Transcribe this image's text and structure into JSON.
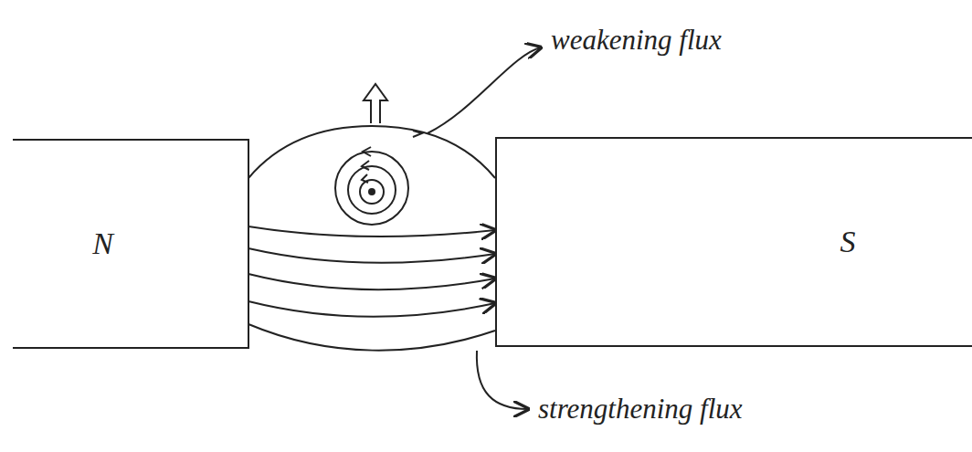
{
  "diagram": {
    "nodes": [
      {
        "text": [
          "N"
        ]
      },
      {
        "text": [
          "S"
        ]
      }
    ],
    "labels": [
      "weakening flux",
      "strengthening flux"
    ]
  }
}
